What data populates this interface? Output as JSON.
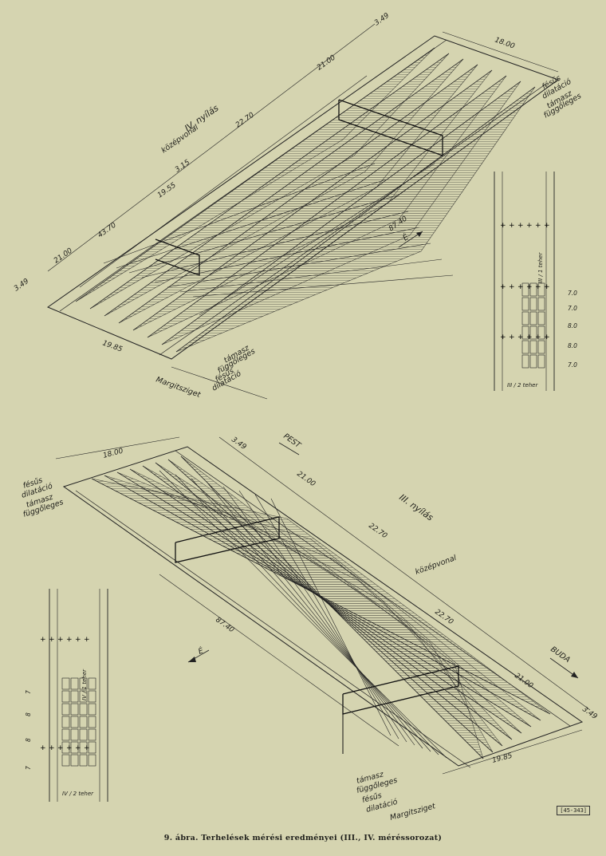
{
  "caption": "9. ábra. Terhelések mérési eredményei (III., IV. méréssorozat)",
  "figure_ref": "[45-343]",
  "top_diagram": {
    "span_label": "IV. nyílás",
    "centerline_label": "középvonal",
    "north_label": "É",
    "island_label": "Margitsziget",
    "dims": {
      "d349_top": "3.49",
      "d2100_top": "21.00",
      "d1800": "18.00",
      "d2270": "22.70",
      "d315": "3.15",
      "d1955": "19.55",
      "d4370": "43.70",
      "d2100_left": "21.00",
      "d349_left": "3.49",
      "d8740": "87.40",
      "d1985": "19.85"
    },
    "legend_right": [
      "fésűs",
      "dilatáció",
      "támasz",
      "függőleges"
    ],
    "legend_bottom": [
      "támasz",
      "függőleges",
      "fésűs",
      "dilatáció"
    ]
  },
  "bottom_diagram": {
    "span_label": "III. nyílás",
    "centerline_label": "középvonal",
    "north_label": "É",
    "pest_label": "PEST",
    "buda_label": "BUDA",
    "island_label": "Margitsziget",
    "dims": {
      "d349_top": "3.49",
      "d1800": "18.00",
      "d2100_top": "21.00",
      "d2270_a": "22.70",
      "d2270_b": "22.70",
      "d2100_right": "21.00",
      "d349_right": "3.49",
      "d8740": "87.40",
      "d1985": "19.85"
    },
    "legend_left": [
      "fésűs",
      "dilatáció",
      "támasz",
      "függőleges"
    ],
    "legend_bottom": [
      "támasz",
      "függőleges",
      "fésűs",
      "dilatáció"
    ]
  },
  "inset_top": {
    "label_vertical": "III / 1 teher",
    "label_bottom": "III / 2 teher",
    "values": [
      "7.0",
      "7.0",
      "8.0",
      "8.0",
      "7.0"
    ]
  },
  "inset_bottom": {
    "label_vertical": "IV / 1 teher",
    "label_bottom": "IV / 2 teher",
    "values": [
      "7",
      "8",
      "8",
      "7"
    ]
  }
}
